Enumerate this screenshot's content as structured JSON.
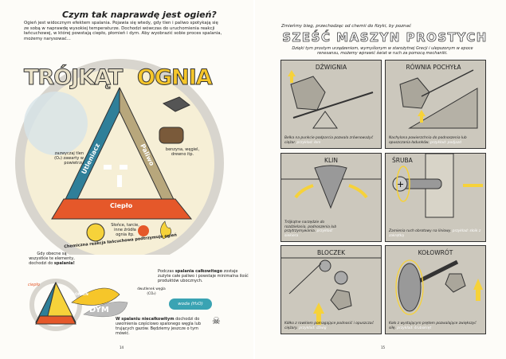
{
  "left": {
    "heading": "Czym tak naprawdę jest ogień?",
    "intro": "Ogień jest widocznym efektem spalania. Pojawia się wtedy, gdy tlen i paliwo spotykają się ze sobą w naprawdę wysokiej temperaturze. Dochodzi wówczas do uruchomienia reakcji łańcuchowej, w której powstają ciepło, płomień i dym. Aby wyobrazić sobie proces spalania, możemy narysować...",
    "title_a": "TRÓJKĄT",
    "title_b": "OGNIA",
    "sides": {
      "oxidizer": "Utleniacz",
      "fuel": "Paliwo",
      "heat": "Ciepło"
    },
    "oxidizer_note": "zazwyczaj tlen (O₂) zawarty w powietrzu",
    "fuel_note": "benzyna, węgiel, drewno itp.",
    "heat_note": "Słońce, tarcie, inne źródła ognia itp.",
    "ring_text": "Chemiczna reakcja łańcuchowa podtrzymuje ogień",
    "combustion_note_pre": "Gdy obecne są wszystkie te elementy, dochodzi do ",
    "combustion_note_bold": "spalania!",
    "labels": {
      "heat_small": "ciepło",
      "flame": "PŁOMIEŃ",
      "smoke": "DYM",
      "co2": "dwutlenek węgla (CO₂)",
      "water": "woda (H₂O)"
    },
    "complete_pre": "Podczas ",
    "complete_bold": "spalania całkowitego",
    "complete_post": " zostaje zużyte całe paliwo i powstaje minimalna ilość produktów ubocznych.",
    "incomplete_bold": "W spalaniu niecałkowitym",
    "incomplete_post": " dochodzi do uwolnienia częściowo spalonego węgla lub trujących gazów. Będziemy jeszcze o tym mówić.",
    "page_number": "14"
  },
  "right": {
    "lead": "Zmieńmy bieg, przechodząc od chemii do fizyki, by poznać",
    "title": "SZEŚĆ MASZYN PROSTYCH",
    "intro": "Dzięki tym prostym urządzeniom, wymyślonym w starożytnej Grecji i ulepszonym w epoce renesansu, możemy wprawić świat w ruch za pomocą mechaniki.",
    "machines": [
      {
        "name": "DŹWIGNIA",
        "desc": "Belka na punkcie podparcia pozwala zrównoważyć ciężar.",
        "example": "przykład: łom"
      },
      {
        "name": "RÓWNIA POCHYŁA",
        "desc": "Nachylona powierzchnia do podnoszenia lub opuszczania ładunków.",
        "example": "przykład: podjazd"
      },
      {
        "name": "KLIN",
        "desc": "Trójkątne narzędzie do rozdzielania, podnoszenia lub przytrzymywania.",
        "example": "przykład: siekiera"
      },
      {
        "name": "ŚRUBA",
        "desc": "Zamienia ruch obrotowy na liniowy.",
        "example": "przykład: słoik z zakrętką"
      },
      {
        "name": "BLOCZEK",
        "desc": "Kółko z rowkiem pomagające podnosić i opuszczać ciężary.",
        "example": "przykład: dźwig"
      },
      {
        "name": "KOŁOWRÓT",
        "desc": "Koło z wystającym prętem pozwalające zwiększyć siłę.",
        "example": "przykład: śrubokręt"
      }
    ],
    "page_number": "15"
  },
  "colors": {
    "blue": "#2f7f99",
    "tan": "#b8a77c",
    "orange": "#e5582a",
    "yellow": "#f6d23a",
    "panel": "#ccc8bd"
  }
}
